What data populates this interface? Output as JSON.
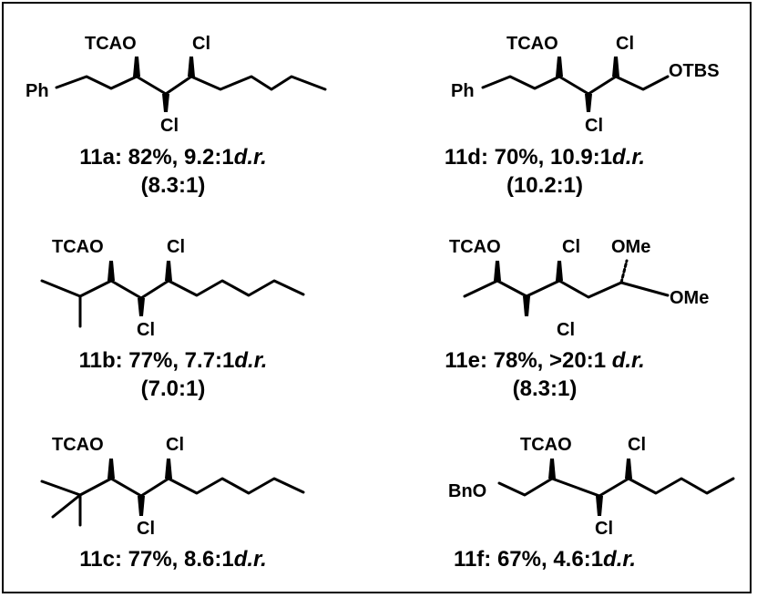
{
  "compounds": [
    {
      "id": "11a",
      "labels": {
        "top_left": "TCAO",
        "top_right": "Cl",
        "bottom": "Cl",
        "left_group": "Ph"
      },
      "caption": {
        "prefix": "11a: 82%, 9.2:1",
        "dr": "d.r.",
        "sub": "(8.3:1)"
      }
    },
    {
      "id": "11d",
      "labels": {
        "top_left": "TCAO",
        "top_right": "Cl",
        "bottom": "Cl",
        "left_group": "Ph",
        "right_group": "OTBS"
      },
      "caption": {
        "prefix": "11d: 70%, 10.9:1",
        "dr": "d.r.",
        "sub": "(10.2:1)"
      }
    },
    {
      "id": "11b",
      "labels": {
        "top_left": "TCAO",
        "top_right": "Cl",
        "bottom": "Cl"
      },
      "caption": {
        "prefix": "11b: 77%, 7.7:1",
        "dr": "d.r.",
        "sub": "(7.0:1)"
      }
    },
    {
      "id": "11e",
      "labels": {
        "top_left": "TCAO",
        "top_right": "Cl",
        "bottom": "Cl",
        "ome_top": "OMe",
        "ome_bottom": "OMe"
      },
      "caption": {
        "prefix": "11e: 78%, >20:1 ",
        "dr": "d.r.",
        "sub": "(8.3:1)"
      }
    },
    {
      "id": "11c",
      "labels": {
        "top_left": "TCAO",
        "top_right": "Cl",
        "bottom": "Cl"
      },
      "caption": {
        "prefix": "11c: 77%, 8.6:1",
        "dr": "d.r.",
        "sub": ""
      }
    },
    {
      "id": "11f",
      "labels": {
        "top_left": "TCAO",
        "top_right": "Cl",
        "bottom": "Cl",
        "left_group": "BnO"
      },
      "caption": {
        "prefix": "11f: 67%, 4.6:1",
        "dr": "d.r.",
        "sub": ""
      }
    }
  ]
}
